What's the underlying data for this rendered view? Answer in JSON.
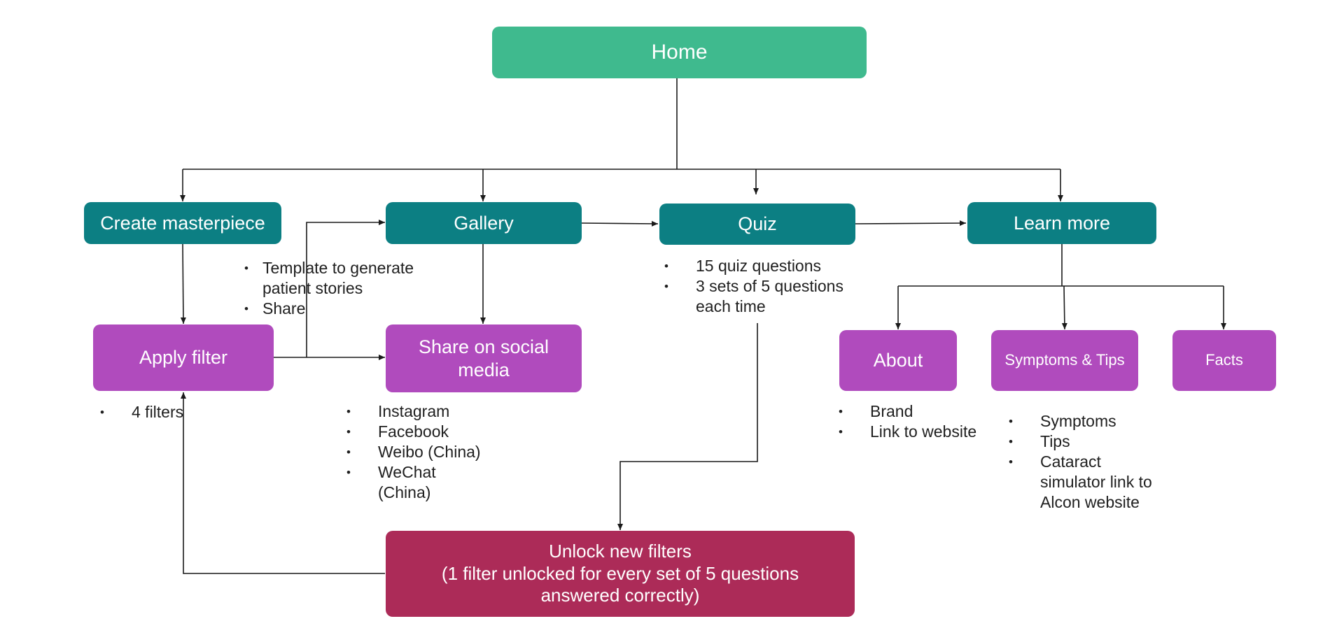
{
  "nodes": {
    "home": "Home",
    "create_masterpiece": "Create masterpiece",
    "gallery": "Gallery",
    "quiz": "Quiz",
    "learn_more": "Learn more",
    "apply_filter": "Apply filter",
    "share_social": [
      "Share on social",
      "media"
    ],
    "about": "About",
    "symptoms_tips": "Symptoms & Tips",
    "facts": "Facts",
    "unlock_filters": [
      "Unlock new filters",
      "(1 filter unlocked for every set of 5 questions",
      "answered correctly)"
    ]
  },
  "notes": {
    "template": [
      "Template to generate patient stories",
      "Share"
    ],
    "filters": [
      "4 filters"
    ],
    "social": [
      "Instagram",
      "Facebook",
      "Weibo (China)",
      "WeChat (China)"
    ],
    "quiz": [
      "15 quiz questions",
      "3 sets of 5 questions each time"
    ],
    "about": [
      "Brand",
      "Link to website"
    ],
    "symptoms": [
      "Symptoms",
      "Tips",
      "Cataract simulator link to Alcon website"
    ]
  },
  "colors": {
    "home": "#3fba8e",
    "teal": "#0c7f83",
    "purple": "#b04bbd",
    "crimson": "#ac2b58",
    "connector": "#1a1a1a"
  }
}
